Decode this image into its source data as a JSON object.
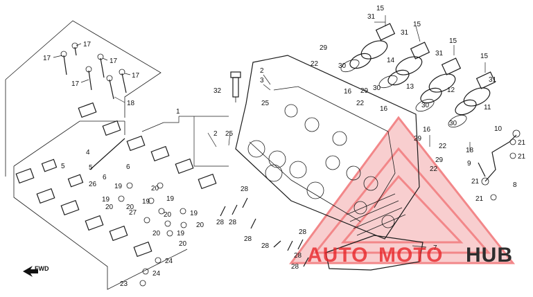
{
  "callouts": {
    "n1": "1",
    "n2": "2",
    "n3": "3",
    "n4": "4",
    "n5": "5",
    "n6": "6",
    "n7": "7",
    "n8": "8",
    "n9": "9",
    "n10": "10",
    "n11": "11",
    "n12": "12",
    "n13": "13",
    "n14": "14",
    "n15": "15",
    "n16": "16",
    "n17": "17",
    "n18": "18",
    "n19": "19",
    "n20": "20",
    "n21": "21",
    "n22": "22",
    "n23": "23",
    "n24": "24",
    "n25": "25",
    "n26": "26",
    "n27": "27",
    "n28": "28",
    "n29": "29",
    "n30": "30",
    "n31": "31",
    "n32": "32"
  },
  "fwd_label": "FWD",
  "watermark": {
    "brand_left": "AUTO",
    "brand_mid": "MOTO",
    "brand_right": "HUB",
    "color_red": "#e8262a",
    "color_dark": "#2d2d2d"
  }
}
